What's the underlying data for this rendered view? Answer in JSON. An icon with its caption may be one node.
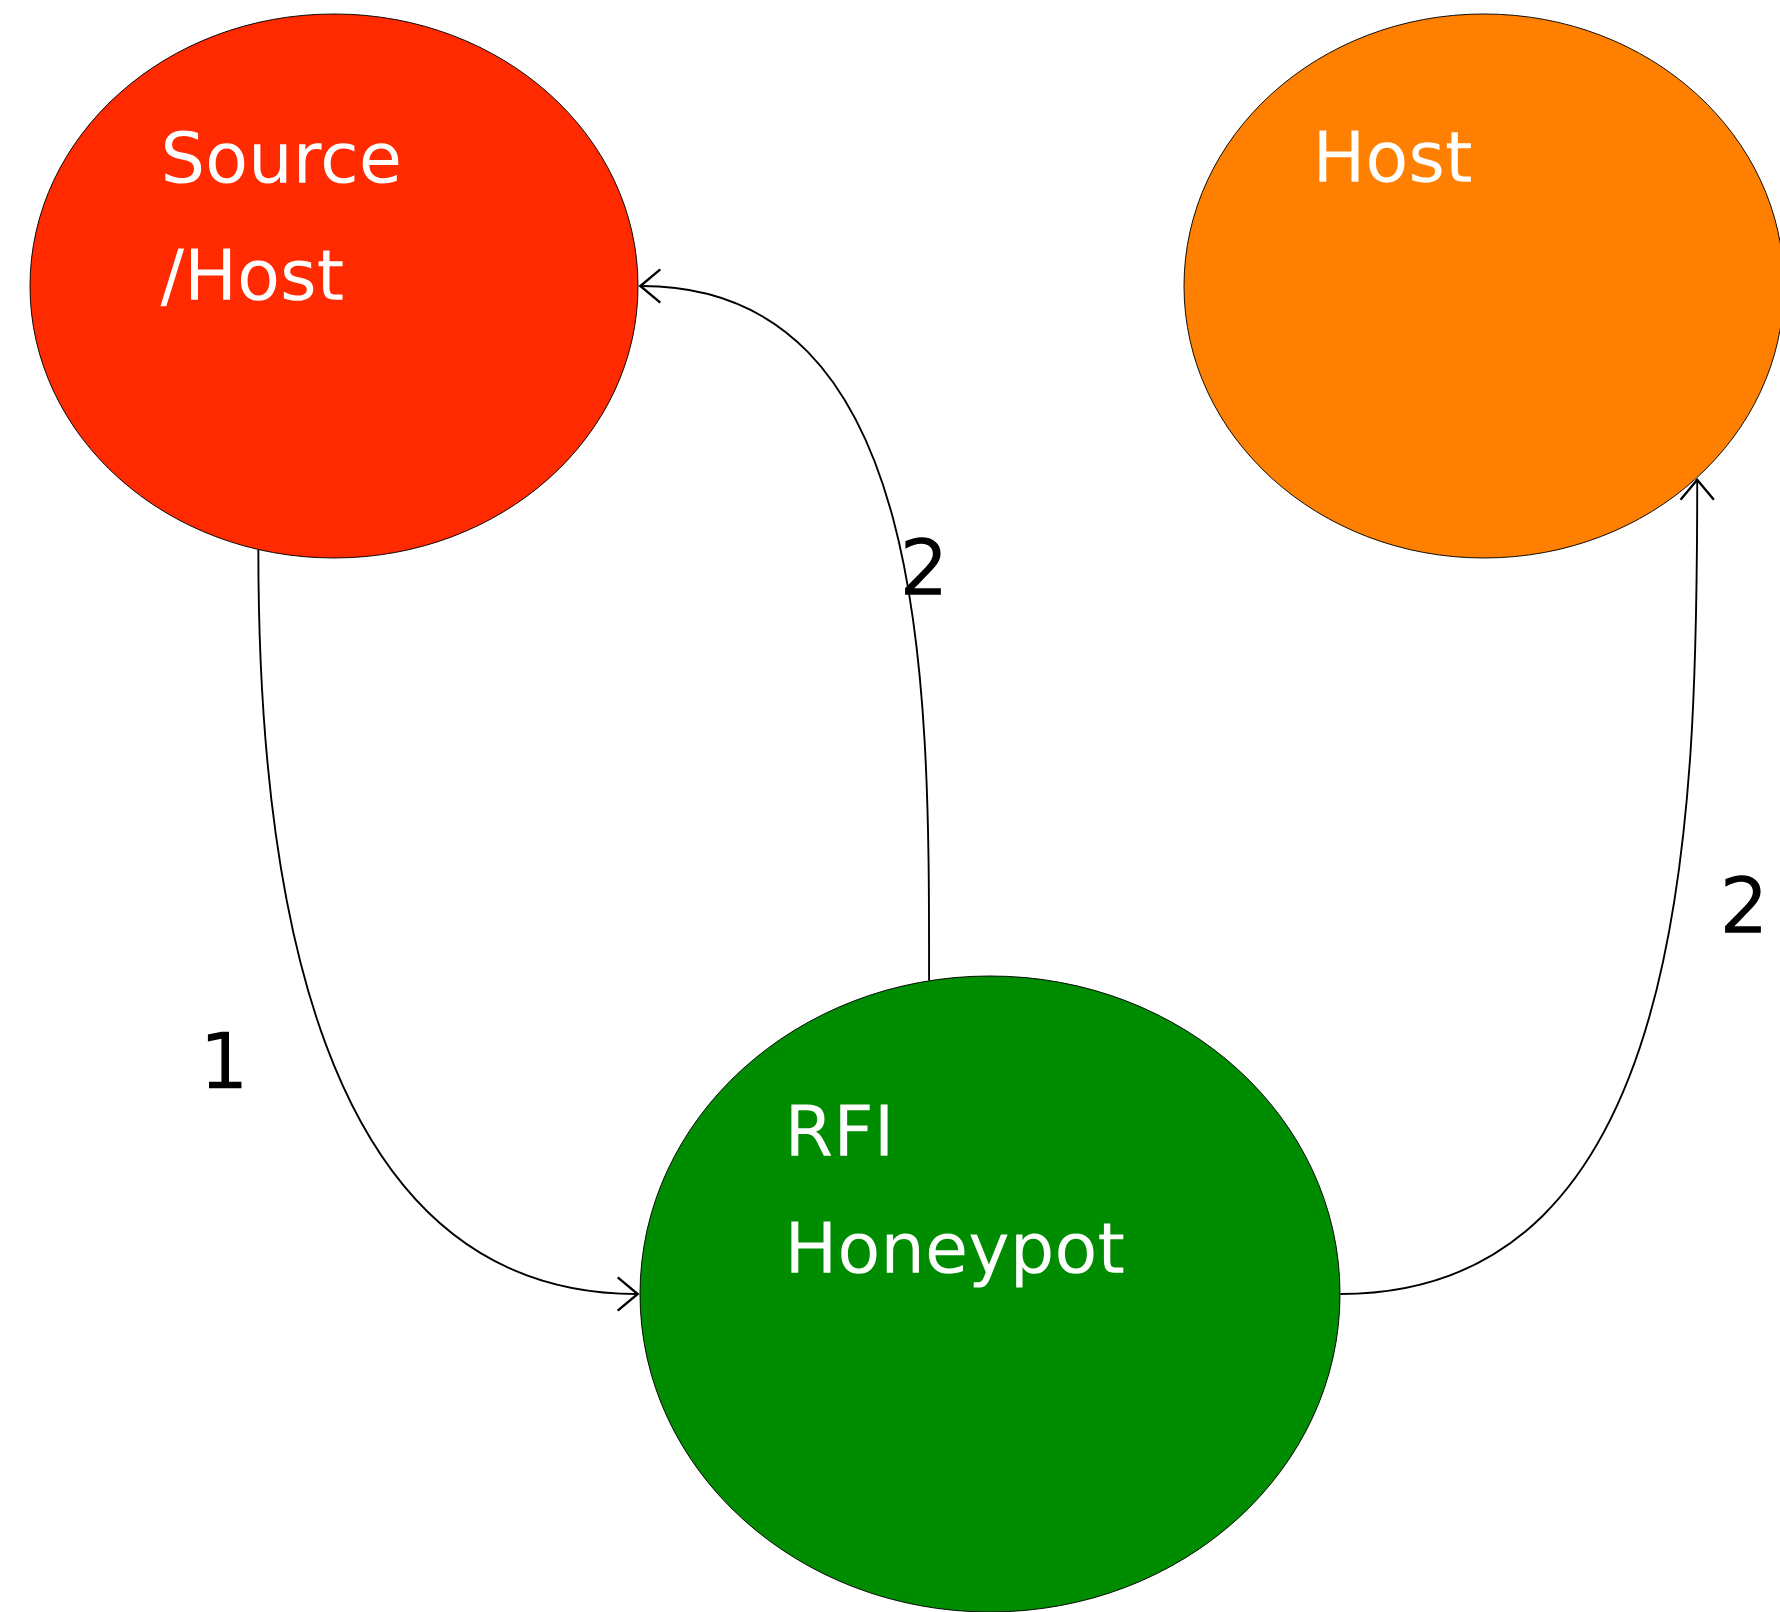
{
  "diagram": {
    "nodes": [
      {
        "text": [
          "Source /Host"
        ]
      },
      {
        "text": [
          "Host"
        ]
      },
      {
        "text": [
          "RFI Honeypot"
        ]
      }
    ],
    "edges": [
      {
        "from": 0,
        "to": 2,
        "arrow": "to",
        "label": "1"
      },
      {
        "from": 2,
        "to": 0,
        "arrow": "to",
        "label": "2"
      },
      {
        "from": 2,
        "to": 1,
        "arrow": "to",
        "label": "2"
      }
    ]
  }
}
